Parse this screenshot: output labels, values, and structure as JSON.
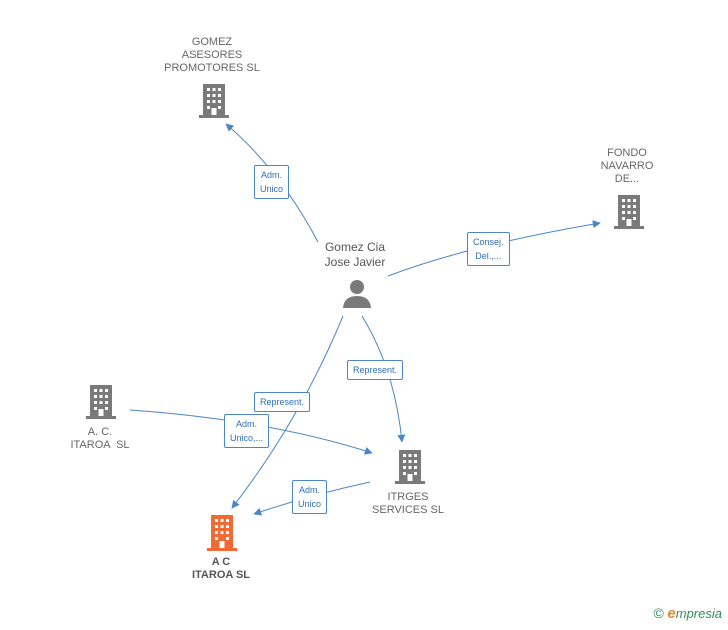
{
  "colors": {
    "edge": "#4a86c8",
    "node": "#7a7a7a",
    "highlight": "#f06a35"
  },
  "nodes": {
    "gomez_asesores": {
      "lines": [
        "GOMEZ",
        "ASESORES",
        "PROMOTORES SL"
      ],
      "icon": "building-icon"
    },
    "fondo_navarro": {
      "lines": [
        "FONDO",
        "NAVARRO",
        "DE..."
      ],
      "icon": "building-icon"
    },
    "gomez_cia": {
      "lines": [
        "Gomez Cia",
        "Jose Javier"
      ],
      "icon": "person-icon"
    },
    "ac_itaroa_left": {
      "lines": [
        "A. C.",
        "ITAROA  SL"
      ],
      "icon": "building-icon"
    },
    "itrges": {
      "lines": [
        "ITRGES",
        "SERVICES SL"
      ],
      "icon": "building-icon"
    },
    "ac_itaroa_main": {
      "lines": [
        "A C",
        "ITAROA SL"
      ],
      "icon": "building-icon"
    }
  },
  "edges": {
    "adm_unico_gomez": [
      "Adm.",
      "Unico"
    ],
    "consej_del": [
      "Consej.",
      "Del.,..."
    ],
    "represent_itrges": [
      "Represent."
    ],
    "represent_itaroa": [
      "Represent."
    ],
    "adm_unico_multi": [
      "Adm.",
      "Unico,..."
    ],
    "adm_unico_itrges": [
      "Adm.",
      "Unico"
    ]
  },
  "brand": {
    "copyright": "©",
    "initial": "e",
    "rest": "mpresia"
  }
}
